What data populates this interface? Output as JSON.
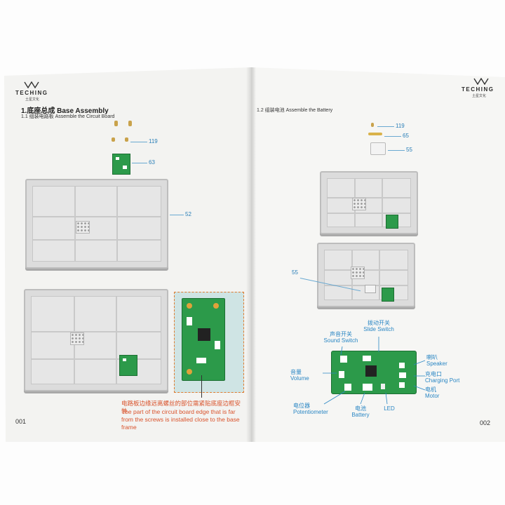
{
  "left_page": {
    "brand": "TECHING",
    "brand_sub": "土星文化",
    "title": "1.底座总成 Base Assembly",
    "subtitle": "1.1 组装电路板 Assemble the Circuit Board",
    "callouts": {
      "screws": "119",
      "board": "63",
      "base": "52"
    },
    "note_cn": "电路板边缘远离螺丝的部位需紧贴底座边框安装",
    "note_en": "The part of the circuit board edge that is far from the screws is installed close to the base frame",
    "page_number": "001"
  },
  "right_page": {
    "brand": "TECHING",
    "brand_sub": "土星文化",
    "subtitle": "1.2 组装电池 Assemble the Battery",
    "callouts": {
      "screw": "119",
      "strip": "65",
      "battery": "55",
      "battery_installed": "55"
    },
    "board_labels": {
      "sound_switch": {
        "cn": "声音开关",
        "en": "Sound Switch"
      },
      "slide_switch": {
        "cn": "拨动开关",
        "en": "Slide Switch"
      },
      "speaker": {
        "cn": "喇叭",
        "en": "Speaker"
      },
      "charging_port": {
        "cn": "充电口",
        "en": "Charging Port"
      },
      "motor": {
        "cn": "电机",
        "en": "Motor"
      },
      "volume": {
        "cn": "音量",
        "en": "Volume"
      },
      "potentiometer": {
        "cn": "电位器",
        "en": "Potentiometer"
      },
      "battery": {
        "cn": "电池",
        "en": "Battery"
      },
      "led": {
        "en": "LED"
      }
    },
    "page_number": "002"
  },
  "colors": {
    "callout": "#2a7fb8",
    "warning": "#d9532c",
    "pcb": "#2c9a4a"
  }
}
